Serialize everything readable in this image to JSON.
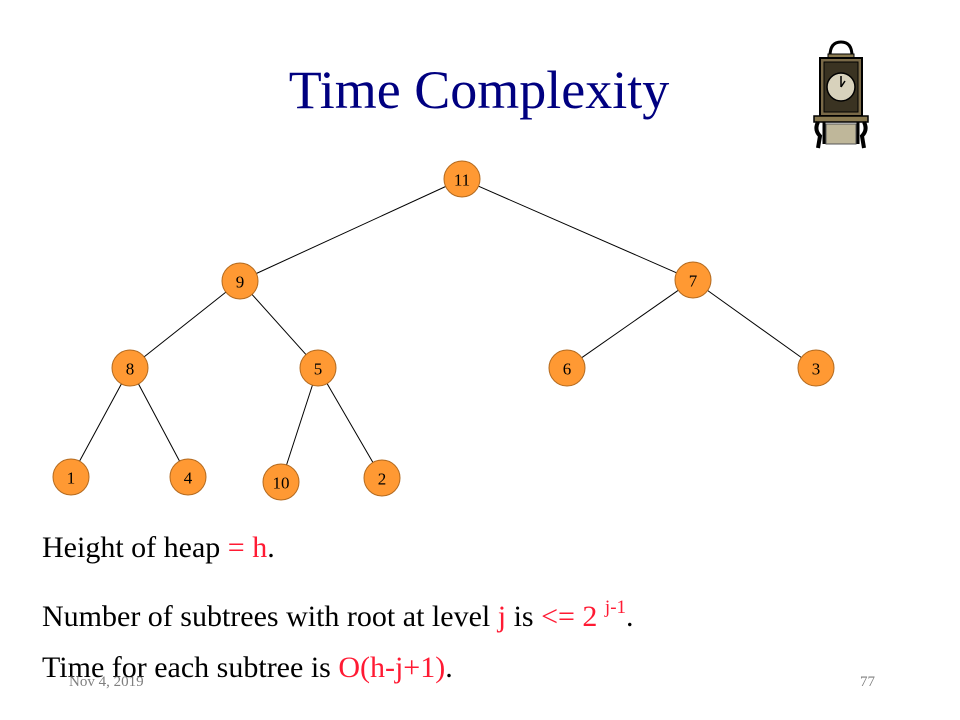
{
  "title": "Time Complexity",
  "clock_icon": "pendulum-clock-icon",
  "tree": {
    "nodes": [
      {
        "id": "n11",
        "label": "11"
      },
      {
        "id": "n9",
        "label": "9"
      },
      {
        "id": "n7",
        "label": "7"
      },
      {
        "id": "n8",
        "label": "8"
      },
      {
        "id": "n5",
        "label": "5"
      },
      {
        "id": "n6",
        "label": "6"
      },
      {
        "id": "n3",
        "label": "3"
      },
      {
        "id": "n1",
        "label": "1"
      },
      {
        "id": "n4",
        "label": "4"
      },
      {
        "id": "n10",
        "label": "10"
      },
      {
        "id": "n2",
        "label": "2"
      }
    ],
    "edges": [
      [
        "n11",
        "n9"
      ],
      [
        "n11",
        "n7"
      ],
      [
        "n9",
        "n8"
      ],
      [
        "n9",
        "n5"
      ],
      [
        "n7",
        "n6"
      ],
      [
        "n7",
        "n3"
      ],
      [
        "n8",
        "n1"
      ],
      [
        "n8",
        "n4"
      ],
      [
        "n5",
        "n10"
      ],
      [
        "n5",
        "n2"
      ]
    ],
    "node_color": "#ff9933"
  },
  "bullets": {
    "line1": {
      "text": "Height of heap ",
      "red": "= h",
      "end": "."
    },
    "line2": {
      "text": "Number of subtrees with root at level ",
      "red1": "j",
      "mid": " is ",
      "red2": "<= 2 ",
      "sup": "j-1",
      "end": "."
    },
    "line3": {
      "text": "Time for each subtree is ",
      "red": "O(h-j+1)",
      "end": "."
    }
  },
  "footer": {
    "date": "Nov 4, 2019",
    "page": "77"
  },
  "colors": {
    "title": "#000080",
    "accent_red": "#ff1a33"
  }
}
